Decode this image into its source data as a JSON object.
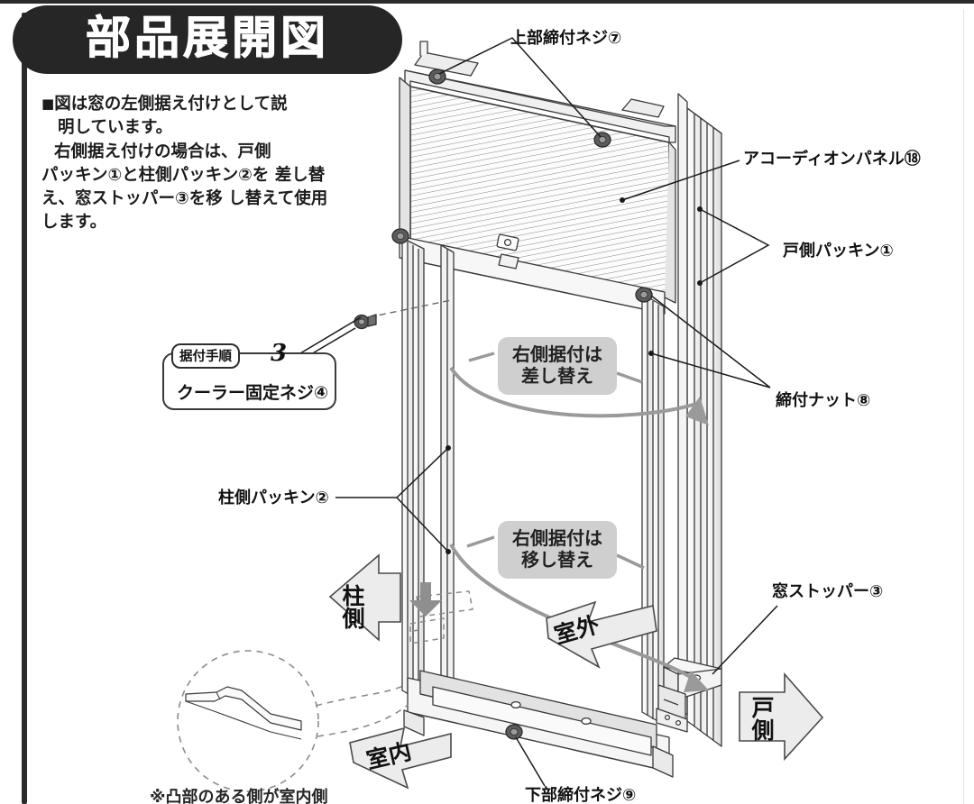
{
  "document": {
    "title": "部品展開図",
    "footnote": "※凸部のある側が室内側"
  },
  "intro": {
    "bullet": "■",
    "line1": "図は窓の左側据え付けとして説",
    "line2": "明しています。",
    "line3": "右側据え付けの場合は、",
    "bold1": "戸側",
    "line4_bold": "パッキン①",
    "line4_mid": "と",
    "bold2": "柱側パッキン②",
    "line4_end": "を",
    "line5_start": "差し替え、",
    "bold3": "窓ストッパー③",
    "line5_end": "を移",
    "line6": "し替えて使用します。"
  },
  "callout": {
    "badge": "据付手順",
    "step_number": "3",
    "part_label": "クーラー固定ネジ④"
  },
  "notes": [
    {
      "line1": "右側据付は",
      "line2": "差し替え"
    },
    {
      "line1": "右側据付は",
      "line2": "移し替え"
    }
  ],
  "part_labels": {
    "top_screw": "上部締付ネジ⑦",
    "accordion_panel": "アコーディオンパネル⑱",
    "door_side_packing": "戸側パッキン①",
    "tightening_nut": "締付ナット⑧",
    "pillar_side_packing": "柱側パッキン②",
    "window_stopper": "窓ストッパー③",
    "bottom_screw": "下部締付ネジ⑨"
  },
  "direction_arrows": {
    "pillar_side": "柱側",
    "outdoor": "室外",
    "indoor": "室内",
    "door_side": "戸側"
  },
  "colors": {
    "banner_background": "#262626",
    "banner_text": "#ffffff",
    "note_background": "#cfcfcf",
    "arrow_fill": "#ececec",
    "line": "#3a3a3a",
    "page_background": "#ffffff"
  }
}
